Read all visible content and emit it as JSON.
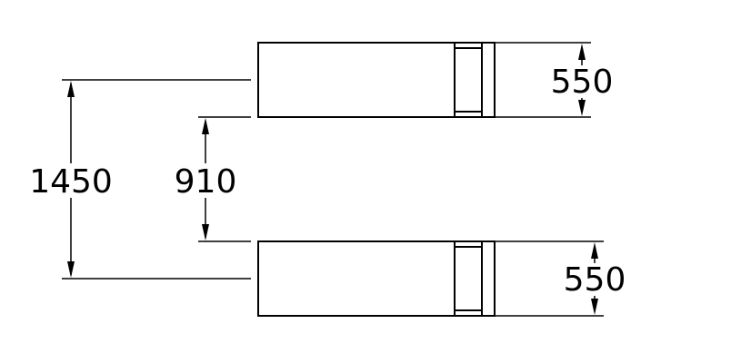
{
  "diagram": {
    "dimensions": {
      "top_width": "550",
      "bottom_width": "550",
      "outer_spacing": "1450",
      "inner_gap": "910"
    },
    "colors": {
      "line": "#000000",
      "background": "#ffffff"
    }
  }
}
